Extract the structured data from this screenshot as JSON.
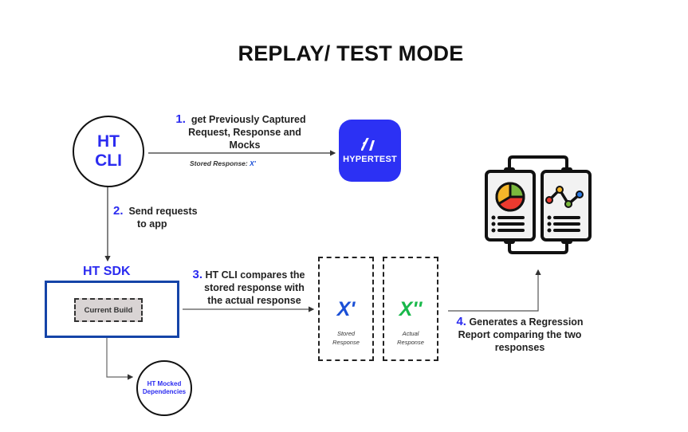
{
  "title": "REPLAY/ TEST MODE",
  "nodes": {
    "cli": {
      "line1": "HT",
      "line2": "CLI"
    },
    "hypertest": {
      "label": "HYPERTEST",
      "logo_icon": "hypertest-logo-icon"
    },
    "sdk": {
      "title": "HT SDK",
      "build_label": "Current Build"
    },
    "stored_response": {
      "symbol": "X'",
      "label_line1": "Stored",
      "label_line2": "Response",
      "color": "#1a4fd6"
    },
    "actual_response": {
      "symbol": "X''",
      "label_line1": "Actual",
      "label_line2": "Response",
      "color": "#18b84a"
    },
    "mocked": {
      "line1": "HT Mocked",
      "line2": "Dependencies"
    },
    "report": {
      "icon": "regression-report-icon"
    }
  },
  "steps": [
    {
      "number": "1.",
      "lines": [
        "get Previously Captured",
        "Request, Response and",
        "Mocks"
      ]
    },
    {
      "number": "2.",
      "lines": [
        "Send requests",
        "to app"
      ]
    },
    {
      "number": "3.",
      "lines": [
        "HT CLI compares the",
        "stored response with",
        "the actual response"
      ]
    },
    {
      "number": "4.",
      "lines": [
        "Generates a Regression",
        "Report comparing the two",
        "responses"
      ]
    }
  ],
  "stored_note": {
    "label": "Stored Response:",
    "value": "X'"
  },
  "colors": {
    "accent_blue": "#2b2bf0",
    "hypertest_blue": "#2c31f4",
    "sdk_border": "#1544a8"
  }
}
